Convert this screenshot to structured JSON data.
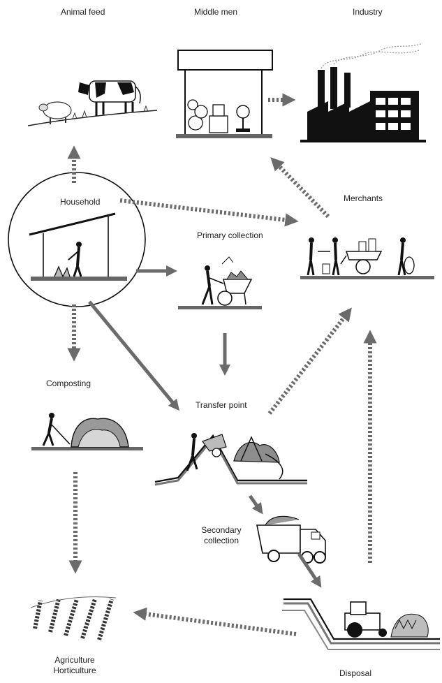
{
  "labels": {
    "animal_feed": "Animal feed",
    "middle_men": "Middle men",
    "industry": "Industry",
    "household": "Household",
    "merchants": "Merchants",
    "primary_collection": "Primary collection",
    "composting": "Composting",
    "transfer_point": "Transfer point",
    "secondary_collection_1": "Secondary",
    "secondary_collection_2": "collection",
    "agriculture": "Agriculture",
    "horticulture": "Horticulture",
    "disposal": "Disposal"
  },
  "icons": {
    "cow": "cow-icon",
    "sheep": "sheep-icon",
    "market_stall": "market-stall-icon",
    "factory": "factory-icon",
    "household_shelter": "household-shelter-icon",
    "wheelbarrow": "wheelbarrow-icon",
    "merchant_cart": "merchant-cart-icon",
    "compost_pile": "compost-pile-icon",
    "ramp_dump": "ramp-dump-icon",
    "truck": "truck-icon",
    "tractor": "tractor-icon",
    "crops": "crops-icon"
  },
  "colors": {
    "arrow": "#6b6b6b",
    "ground": "#666666",
    "ink": "#111111",
    "compost": "#9a9a9a"
  }
}
